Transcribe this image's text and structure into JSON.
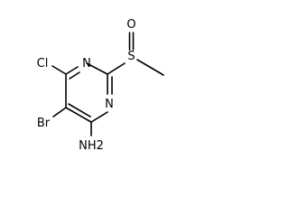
{
  "structure": {
    "atoms": {
      "o": "O",
      "s": "S",
      "cl": "Cl",
      "n_top": "N",
      "n_right": "N",
      "br": "Br",
      "nh2": "NH2"
    }
  }
}
